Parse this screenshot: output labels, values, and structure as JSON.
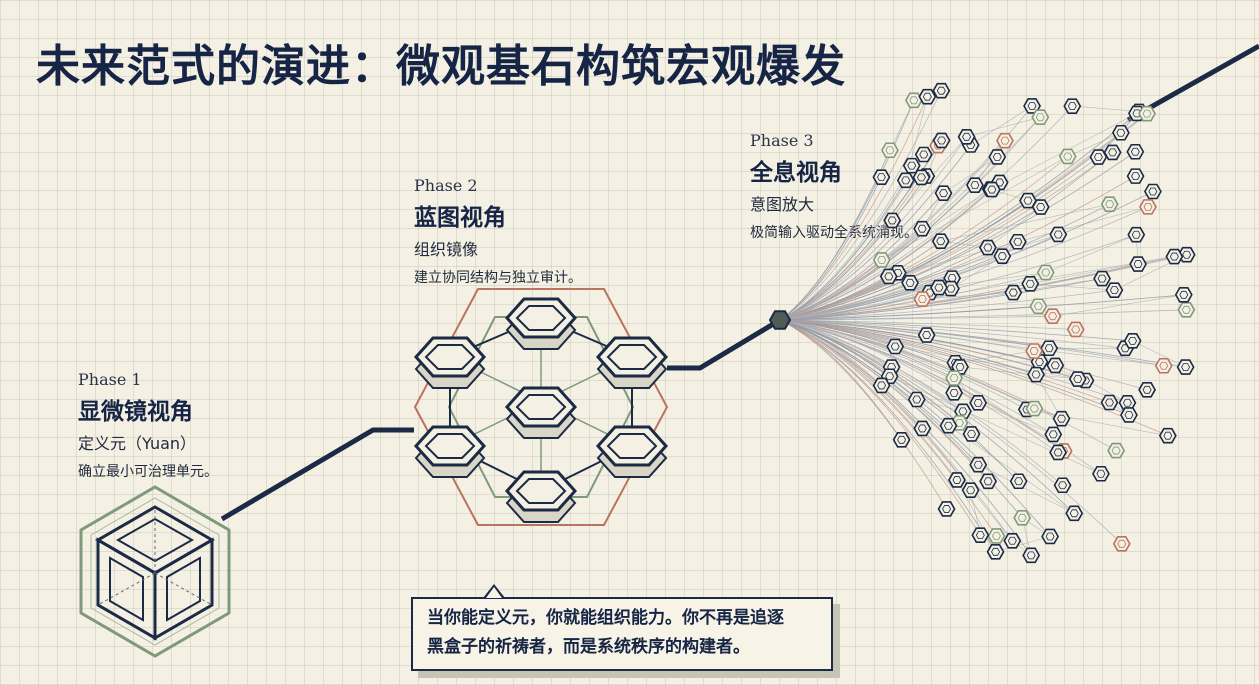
{
  "title": "未来范式的演进：微观基石构筑宏观爆发",
  "phases": [
    {
      "label": "Phase 1",
      "name": "显微镜视角",
      "subtitle": "定义元（Yuan）",
      "desc": "确立最小可治理单元。"
    },
    {
      "label": "Phase 2",
      "name": "蓝图视角",
      "subtitle": "组织镜像",
      "desc": "建立协同结构与独立审计。"
    },
    {
      "label": "Phase 3",
      "name": "全息视角",
      "subtitle": "意图放大",
      "desc": "极简输入驱动全系统涌现。"
    }
  ],
  "callout": {
    "text": "当你能定义元，你就能组织能力。你不再是追逐\n黑盒子的祈祷者，而是系统秩序的构建者。"
  },
  "colors": {
    "navy": "#1b2a45",
    "sage": "#7f9a7a",
    "rust": "#b9735f",
    "paper": "#f4f0e3"
  },
  "icons": [
    "cube-icon",
    "hexagon-lattice-icon",
    "hexagon-node-icon",
    "network-burst-icon"
  ]
}
